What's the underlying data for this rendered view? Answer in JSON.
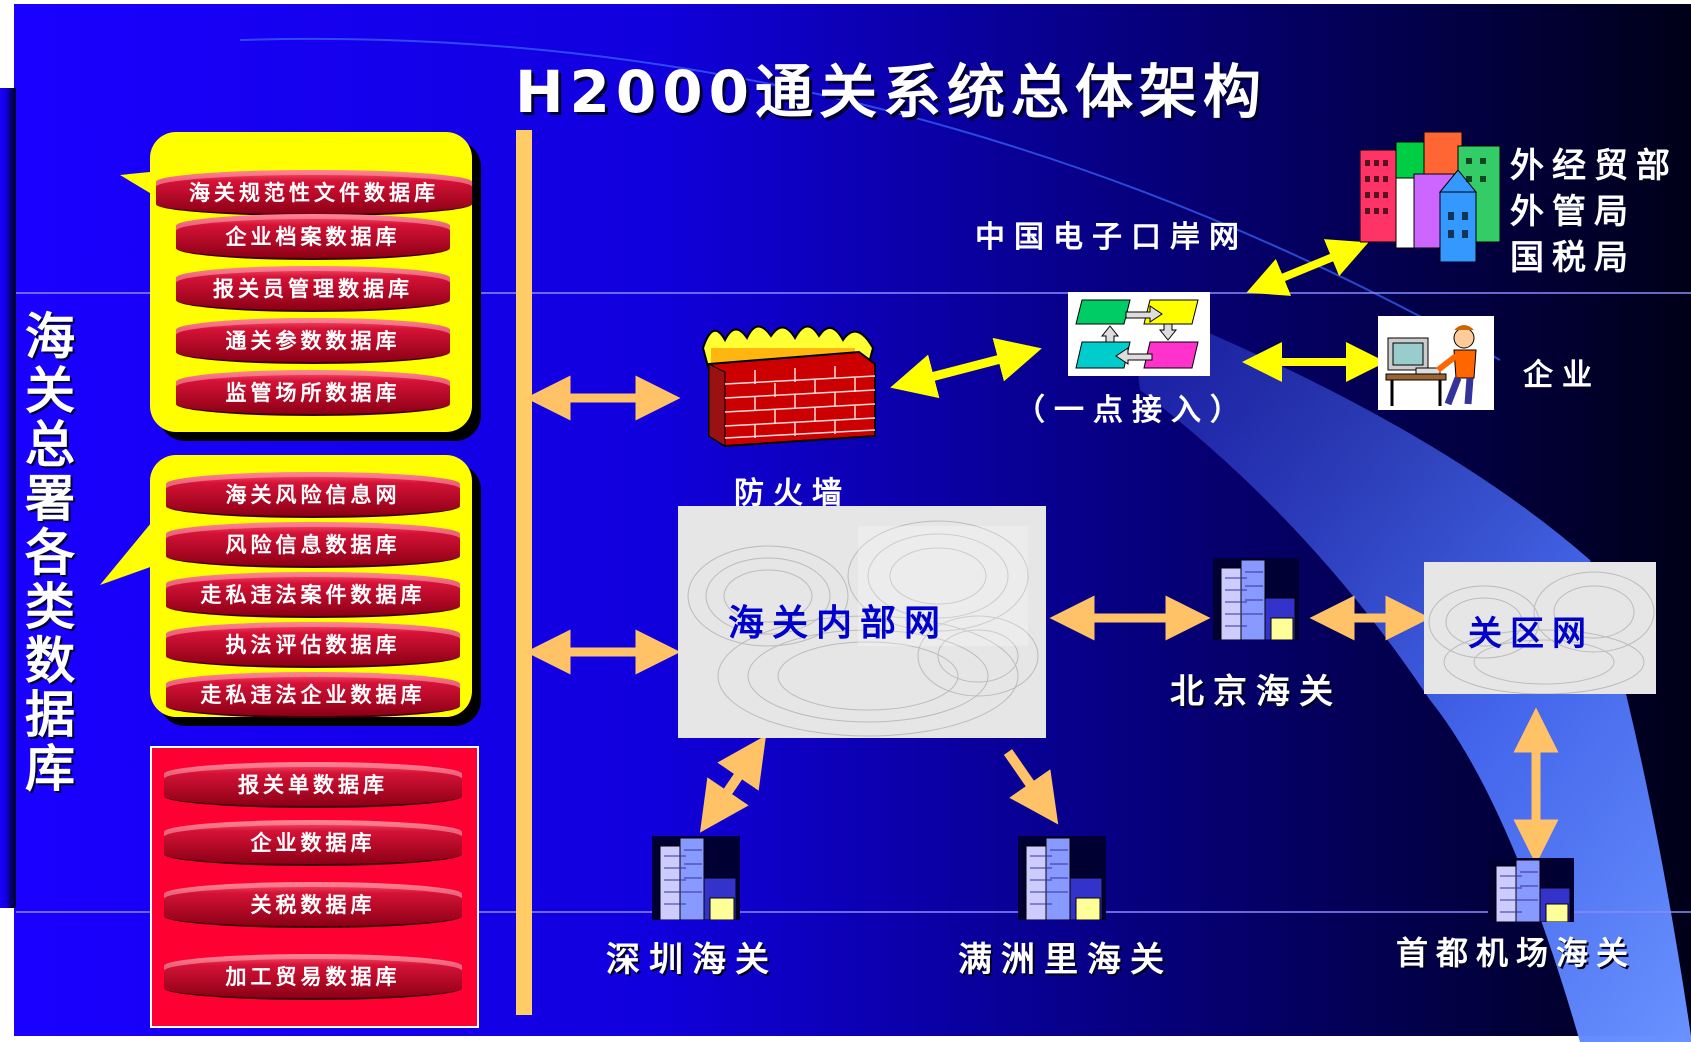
{
  "title": "H2000通关系统总体架构",
  "side_label": "海关总署各类数据库",
  "db_group_1": [
    "海关规范性文件数据库",
    "企业档案数据库",
    "报关员管理数据库",
    "通关参数数据库",
    "监管场所数据库"
  ],
  "db_group_2": [
    "海关风险信息网",
    "风险信息数据库",
    "走私违法案件数据库",
    "执法评估数据库",
    "走私违法企业数据库"
  ],
  "db_group_3": [
    "报关单数据库",
    "企业数据库",
    "关税数据库",
    "加工贸易数据库"
  ],
  "nodes": {
    "firewall": "防火墙",
    "eport": "中国电子口岸网",
    "single_access": "（一点接入）",
    "enterprise": "企业",
    "ministries": [
      "外经贸部",
      "外管局",
      "国税局"
    ],
    "customs_intranet": "海关内部网",
    "beijing": "北京海关",
    "zone_network": "关区网",
    "shenzhen": "深圳海关",
    "manzhouli": "满洲里海关",
    "airport": "首都机场海关"
  },
  "colors": {
    "background_blue": "#1a00ff",
    "background_dark": "#000018",
    "database": "#d51237",
    "panel_yellow": "#ffff00",
    "arrow_orange": "#ffc266",
    "arrow_yellow": "#ffff00",
    "network_label": "#0000cc"
  },
  "icons": [
    "firewall-icon",
    "switch-icon",
    "office-buildings-icon",
    "computer-user-icon",
    "skyscraper-icon"
  ]
}
